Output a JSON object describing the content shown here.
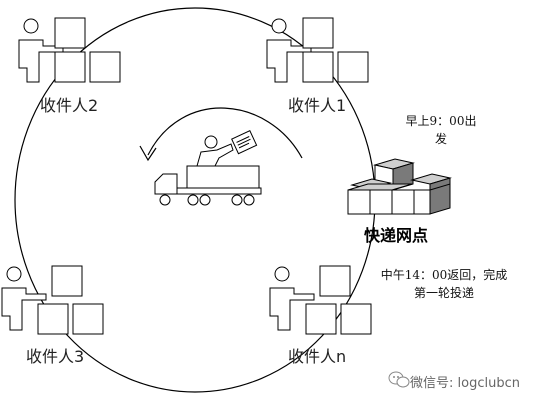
{
  "receivers": [
    {
      "label": "收件人2"
    },
    {
      "label": "收件人1"
    },
    {
      "label": "收件人3"
    },
    {
      "label": "收件人n"
    }
  ],
  "notes": {
    "morning_line1": "早上9：00出",
    "morning_line2": "发",
    "noon_line1": "中午14：00返回，完成",
    "noon_line2": "第一轮投递"
  },
  "station": {
    "label": "快递网点"
  },
  "watermark": {
    "text": "微信号: logclubcn",
    "icon": "wechat-icon"
  },
  "colors": {
    "stroke": "#000000",
    "box_dark": "#7a7a7a",
    "box_light": "#cfcfcf"
  }
}
